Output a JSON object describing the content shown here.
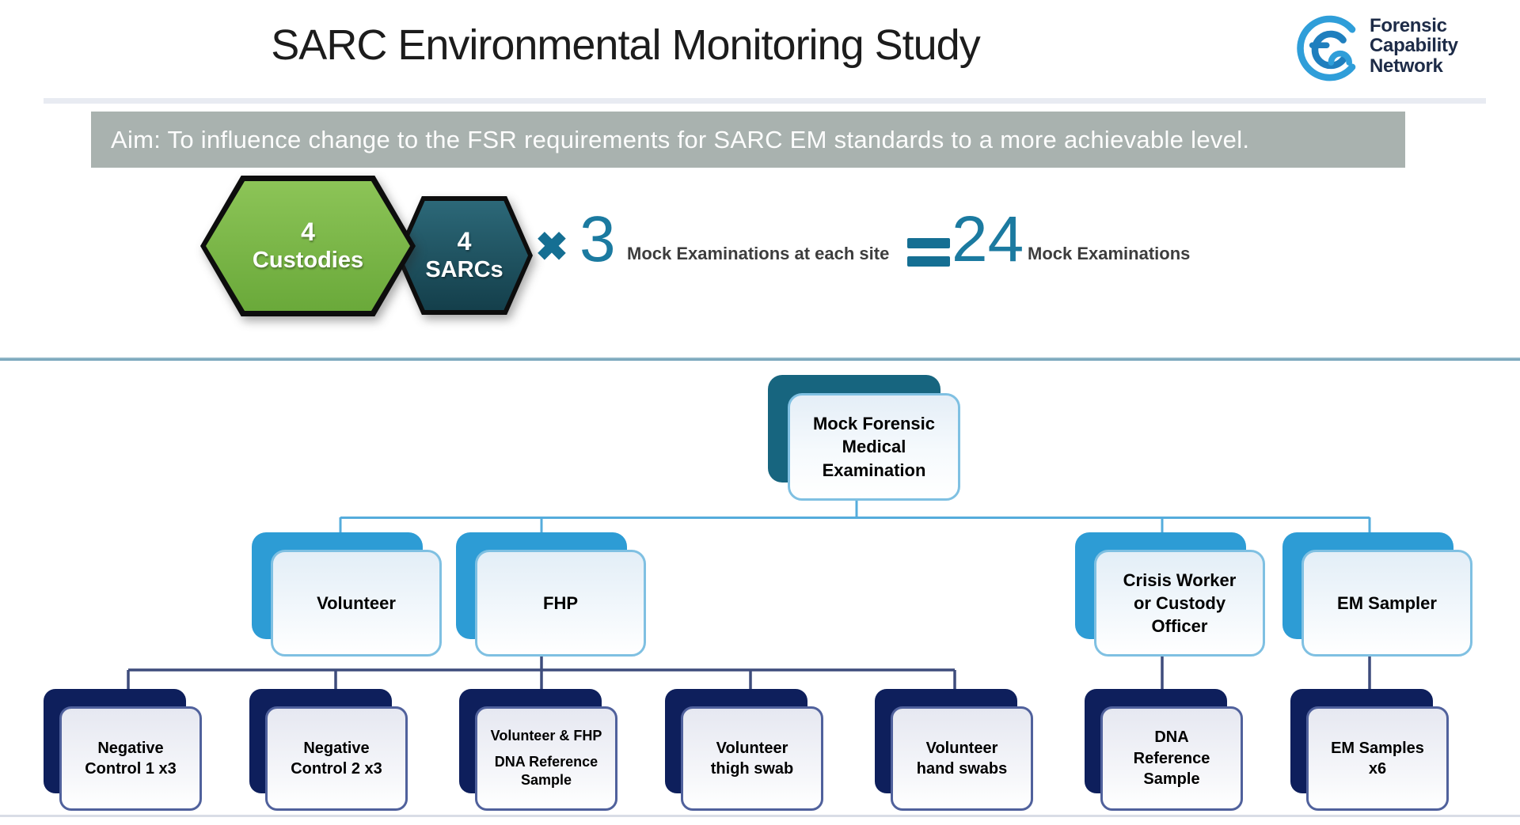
{
  "header": {
    "title": "SARC Environmental Monitoring Study"
  },
  "logo": {
    "lines": [
      "Forensic",
      "Capability",
      "Network"
    ]
  },
  "aim": {
    "text": "Aim: To influence change to the FSR requirements for SARC EM standards to a more achievable level."
  },
  "summary": {
    "hexagons": [
      {
        "value": "4",
        "label": "Custodies"
      },
      {
        "value": "4",
        "label": "SARCs"
      }
    ],
    "multiply_symbol": "✖",
    "multiplier": "3",
    "multiplier_label": "Mock Examinations at each site",
    "equals_symbol": "=",
    "total": "24",
    "total_label": "Mock Examinations"
  },
  "tree": {
    "root": {
      "lines": [
        "Mock Forensic",
        "Medical",
        "Examination"
      ]
    },
    "level2": [
      {
        "lines": [
          "Volunteer"
        ]
      },
      {
        "lines": [
          "FHP"
        ]
      },
      {
        "lines": [
          "Crisis Worker",
          "or Custody",
          "Officer"
        ]
      },
      {
        "lines": [
          "EM Sampler"
        ]
      }
    ],
    "level3": [
      {
        "lines": [
          "Negative",
          "Control 1 x3"
        ]
      },
      {
        "lines": [
          "Negative",
          "Control 2 x3"
        ]
      },
      {
        "lines": [
          "Volunteer & FHP",
          "DNA Reference",
          "Sample"
        ]
      },
      {
        "lines": [
          "Volunteer",
          "thigh swab"
        ]
      },
      {
        "lines": [
          "Volunteer",
          "hand swabs"
        ]
      },
      {
        "lines": [
          "DNA",
          "Reference",
          "Sample"
        ]
      },
      {
        "lines": [
          "EM Samples",
          "x6"
        ]
      }
    ]
  },
  "colors": {
    "accent_teal": "#1b7aa0",
    "symbol_teal": "#156f93",
    "hex_green_top": "#8cc457",
    "hex_green_bottom": "#6aa93a",
    "hex_teal_top": "#2c6878",
    "hex_teal_bottom": "#143f4b",
    "aim_bar_bg": "#a9b2af",
    "level1_shadow": "#17657f",
    "level2_shadow": "#2d9cd5",
    "level3_shadow": "#0e1f5c",
    "level12_border": "#7fc0e2",
    "level3_border": "#50619c",
    "connector_blue": "#55acdc",
    "connector_navy": "#3e4c7c",
    "logo_blue": "#2f9ed9",
    "logo_dark_blue": "#1f7fbe"
  }
}
